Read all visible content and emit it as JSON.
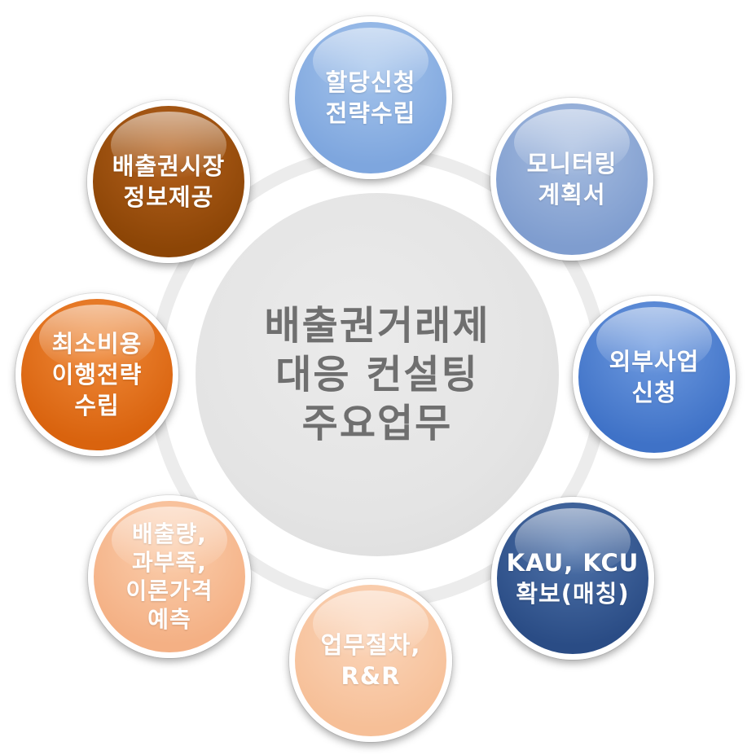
{
  "center": {
    "lines": [
      "배출권거래제",
      "대응 컨설팅",
      "주요업무"
    ],
    "color": "#6f6f6f"
  },
  "nodes": [
    {
      "id": "allocation",
      "lines": [
        "할당신청",
        "전략수립"
      ],
      "colors": [
        "#a6c5ec",
        "#7ea6de"
      ]
    },
    {
      "id": "monitoring",
      "lines": [
        "모니터링",
        "계획서"
      ],
      "colors": [
        "#a7bde0",
        "#7f9dcf"
      ]
    },
    {
      "id": "external",
      "lines": [
        "외부사업",
        "신청"
      ],
      "colors": [
        "#6f9be0",
        "#3f72c7"
      ]
    },
    {
      "id": "kau",
      "lines": [
        "KAU, KCU",
        "확보(매칭)"
      ],
      "colors": [
        "#4f73aa",
        "#2a4c85"
      ]
    },
    {
      "id": "procedure",
      "lines": [
        "업무절차,",
        "R&R"
      ],
      "colors": [
        "#fbd6bb",
        "#f6bf97"
      ]
    },
    {
      "id": "forecast",
      "lines": [
        "배출량,",
        "과부족,",
        "이론가격",
        "예측"
      ],
      "colors": [
        "#fbcfae",
        "#f4b084"
      ]
    },
    {
      "id": "mincost",
      "lines": [
        "최소비용",
        "이행전략",
        "수립"
      ],
      "colors": [
        "#f08a3a",
        "#d9630e"
      ]
    },
    {
      "id": "market",
      "lines": [
        "배출권시장",
        "정보제공"
      ],
      "colors": [
        "#b5621e",
        "#8c4506"
      ]
    }
  ]
}
